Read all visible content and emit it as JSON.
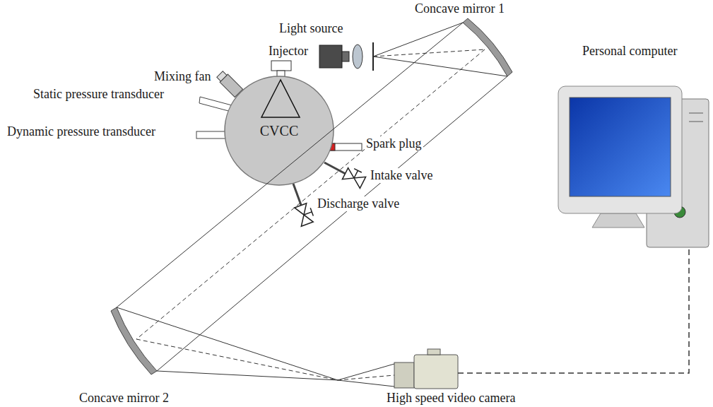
{
  "diagram": {
    "nodes": [
      {
        "text": [
          "CVCC"
        ]
      }
    ],
    "labels": [
      "Concave mirror 1",
      "Light source",
      "Personal computer",
      "Injector",
      "Mixing fan",
      "Static pressure transducer",
      "Dynamic pressure transducer",
      "Spark plug",
      "Intake valve",
      "Discharge valve",
      "Concave mirror 2",
      "High speed video camera"
    ]
  }
}
